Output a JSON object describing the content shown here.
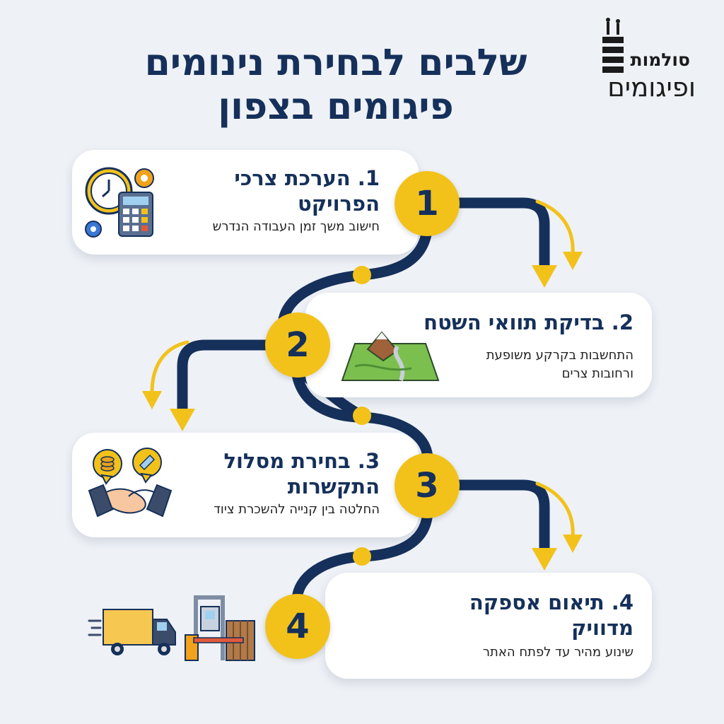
{
  "title": {
    "line1": "שלבים לבחירת נינומים",
    "line2": "פיגומים בצפון"
  },
  "logo": {
    "top": "סולמות",
    "bottom": "ופיגומים"
  },
  "steps": [
    {
      "number": "1",
      "heading": "1. הערכת צרכי הפרויקט",
      "description": "חישוב משך זמן העבודה הנדרש"
    },
    {
      "number": "2",
      "heading": "2. בדיקת תוואי השטח",
      "description": "התחשבות בקרקע משופעת ורחובות צרים"
    },
    {
      "number": "3",
      "heading": "3. בחירת מסלול התקשרות",
      "description": "החלטה בין קנייה להשכרת ציוד"
    },
    {
      "number": "4",
      "heading": "4. תיאום אספקה מדוויק",
      "description": "שינוע מהיר עד לפתח האתר"
    }
  ],
  "icons": {
    "step1": "clock-calculator-gears-icon",
    "step2": "terrain-map-icon",
    "step3": "handshake-coins-icon",
    "step4": "delivery-truck-site-gate-icon"
  },
  "colors": {
    "navy": "#15305a",
    "yellow": "#f2c21b",
    "background": "#eef1f6",
    "card": "#ffffff"
  }
}
